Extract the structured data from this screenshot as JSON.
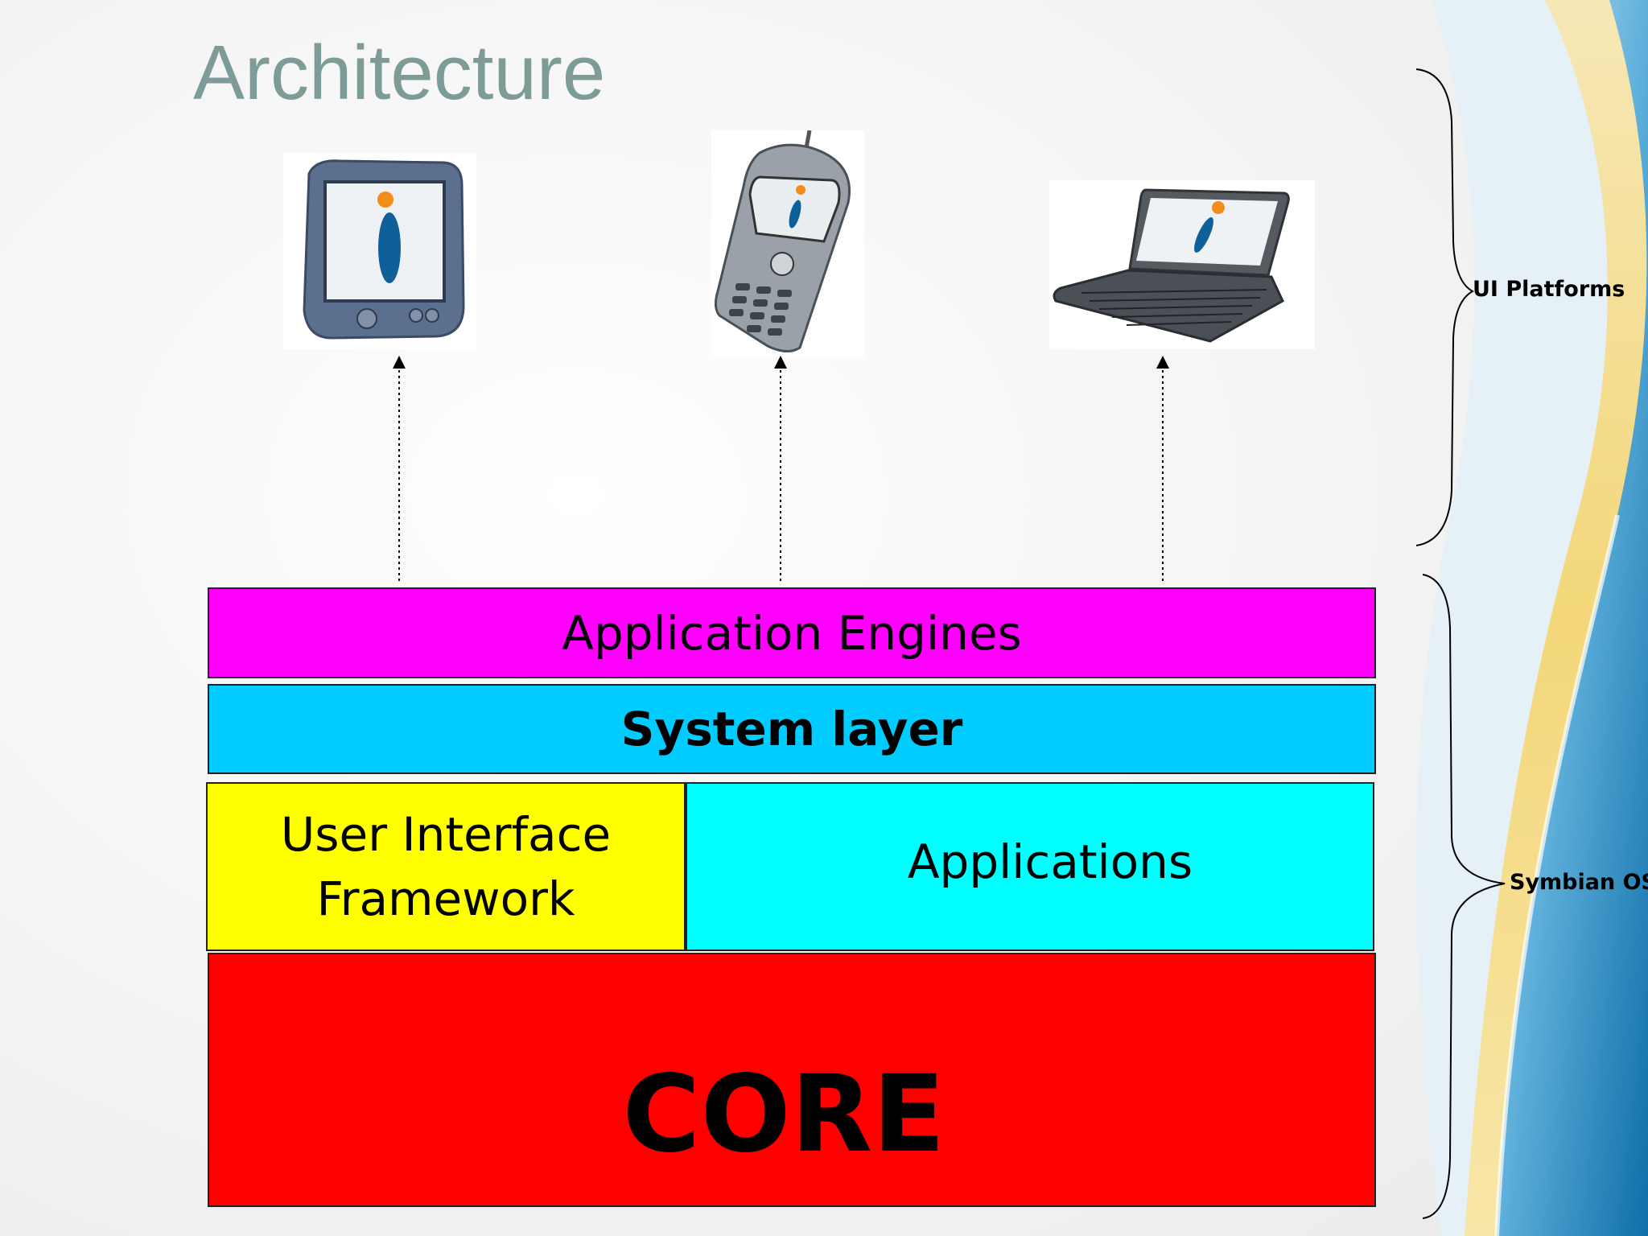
{
  "slide": {
    "title": "Architecture"
  },
  "devices": [
    {
      "icon": "pda-icon"
    },
    {
      "icon": "mobile-phone-icon"
    },
    {
      "icon": "handheld-computer-icon"
    }
  ],
  "layers": {
    "application_engines": {
      "label": "Application Engines",
      "color": "#ff00ff"
    },
    "system_layer": {
      "label": "System layer",
      "color": "#00ccff"
    },
    "ui_framework": {
      "label_line1": "User Interface",
      "label_line2": "Framework",
      "color": "#ffff00"
    },
    "applications": {
      "label": "Applications",
      "color": "#00ffff"
    },
    "core": {
      "label": "CORE",
      "color": "#ff0000"
    }
  },
  "braces": {
    "ui_platforms": "UI Platforms",
    "symbian_os": "Symbian OS"
  }
}
